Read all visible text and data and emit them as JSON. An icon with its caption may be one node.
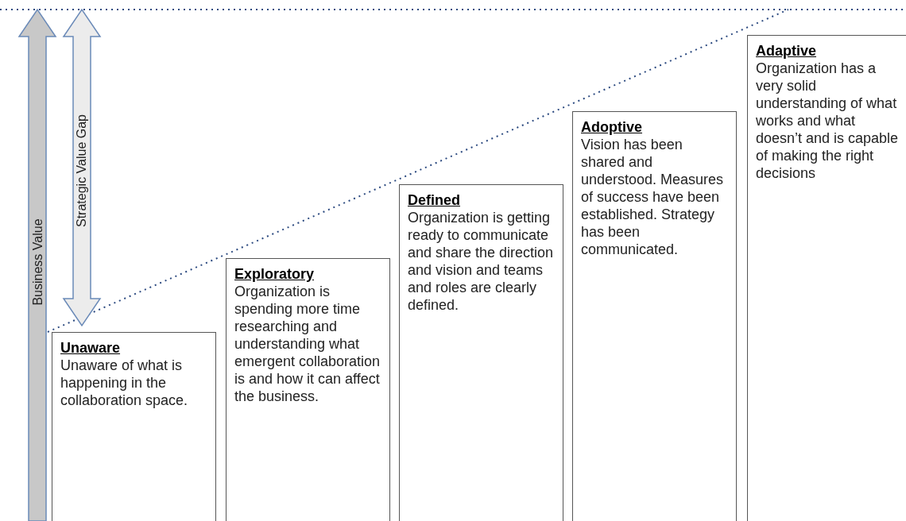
{
  "diagram": {
    "nodes": [
      {
        "text": [
          "Unaware",
          "Unaware of what is happening in the collaboration space."
        ]
      },
      {
        "text": [
          "Exploratory",
          "Organization is spending more time researching and understanding what emergent collaboration is and how it can affect the business."
        ]
      },
      {
        "text": [
          "Defined",
          "Organization is getting ready to communicate and share the direction and vision and teams and roles are clearly defined."
        ]
      },
      {
        "text": [
          "Adoptive",
          "Vision has been shared and understood. Measures of success have been established. Strategy has been communicated."
        ]
      },
      {
        "text": [
          "Adaptive",
          "Organization has a very solid understanding of what works and what doesn’t and is capable of making the right decisions"
        ]
      }
    ],
    "labels": [
      "Business Value",
      "Strategic Value Gap"
    ]
  }
}
